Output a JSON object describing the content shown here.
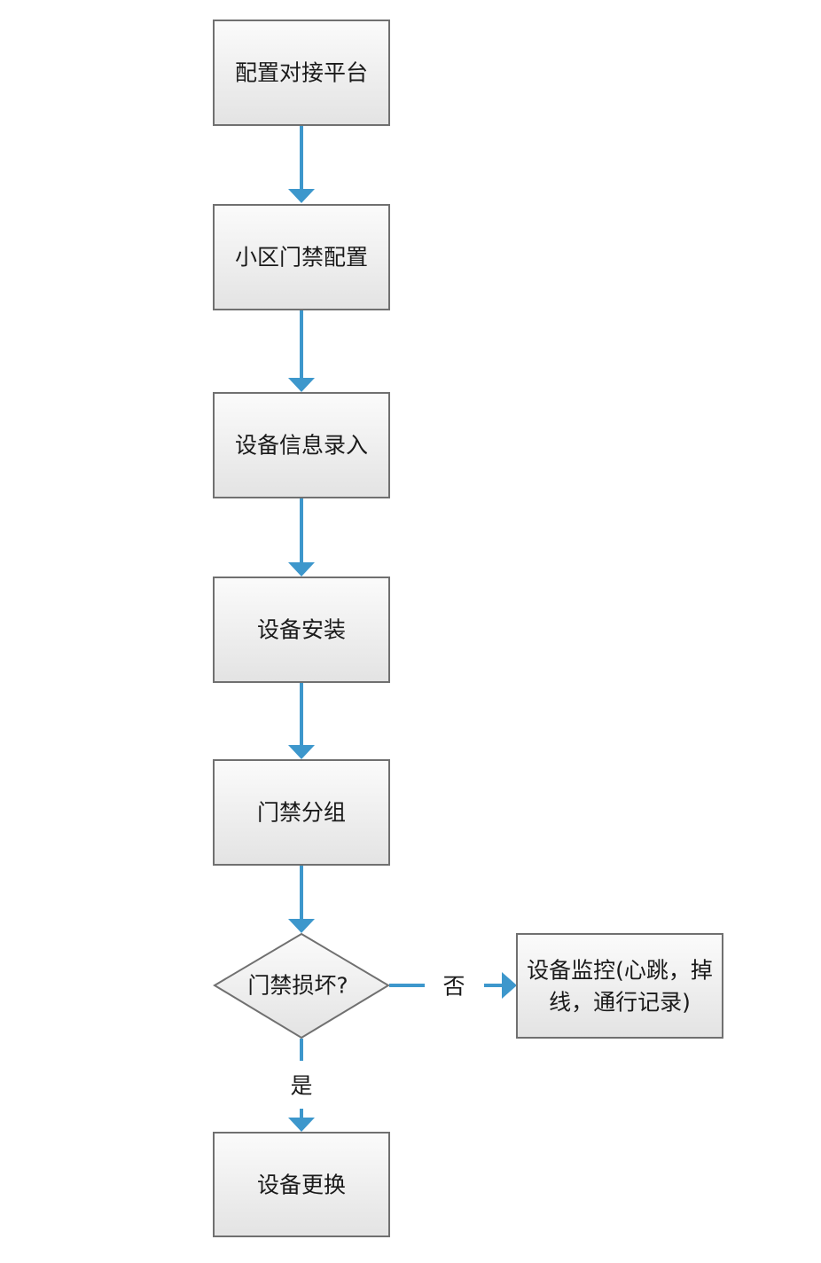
{
  "diagram": {
    "nodes": {
      "configure_platform": "配置对接平台",
      "community_access_config": "小区门禁配置",
      "device_info_entry": "设备信息录入",
      "device_install": "设备安装",
      "access_grouping": "门禁分组",
      "access_damaged_decision": "门禁损坏?",
      "device_monitoring_line1": "设备监控(心跳，掉",
      "device_monitoring_line2": "线，通行记录)",
      "device_replace": "设备更换"
    },
    "edges": {
      "no_label": "否",
      "yes_label": "是"
    },
    "colors": {
      "arrow": "#3d97cc",
      "box_border": "#707070",
      "box_fill_top": "#fbfbfb",
      "box_fill_bottom": "#e3e3e3",
      "text": "#1a1a1a"
    }
  }
}
